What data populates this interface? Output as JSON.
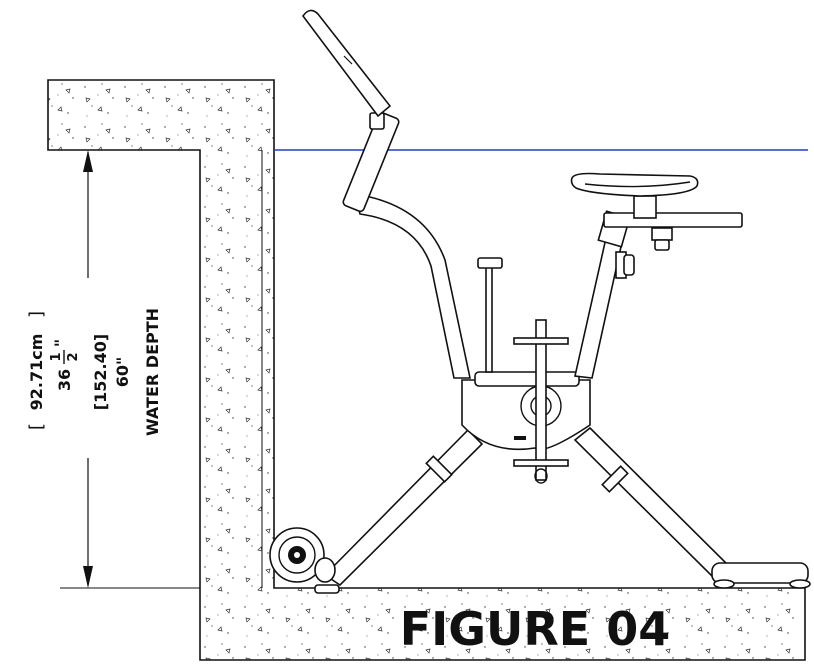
{
  "depth_label": {
    "cm": "92.71cm",
    "whole": "36",
    "frac_num": "1",
    "frac_den": "2",
    "inch_mark": "\"",
    "alt_in": "[152.40]",
    "alt_main": "60\"",
    "caption": "WATER DEPTH"
  },
  "figure_caption": "FIGURE 04",
  "colors": {
    "line": "#111111",
    "water_line": "#1f3fbf",
    "fill": "#ffffff"
  }
}
